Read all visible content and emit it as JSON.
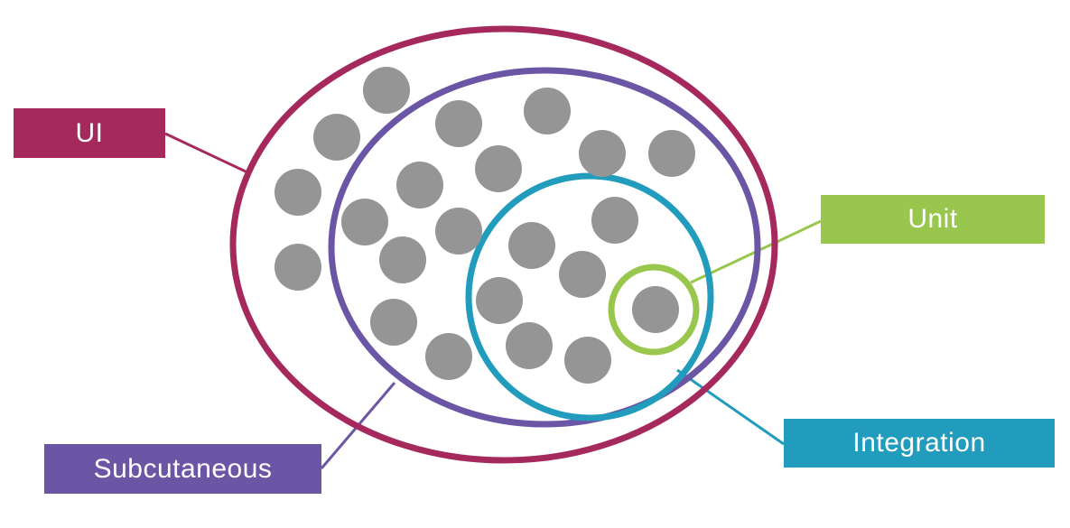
{
  "diagram": {
    "layers": [
      {
        "key": "ui",
        "label": "UI",
        "color": "#a6295d"
      },
      {
        "key": "subcutaneous",
        "label": "Subcutaneous",
        "color": "#6b55a5"
      },
      {
        "key": "integration",
        "label": "Integration",
        "color": "#229cbc"
      },
      {
        "key": "unit",
        "label": "Unit",
        "color": "#99c64d"
      }
    ],
    "node_color": "#959595"
  }
}
